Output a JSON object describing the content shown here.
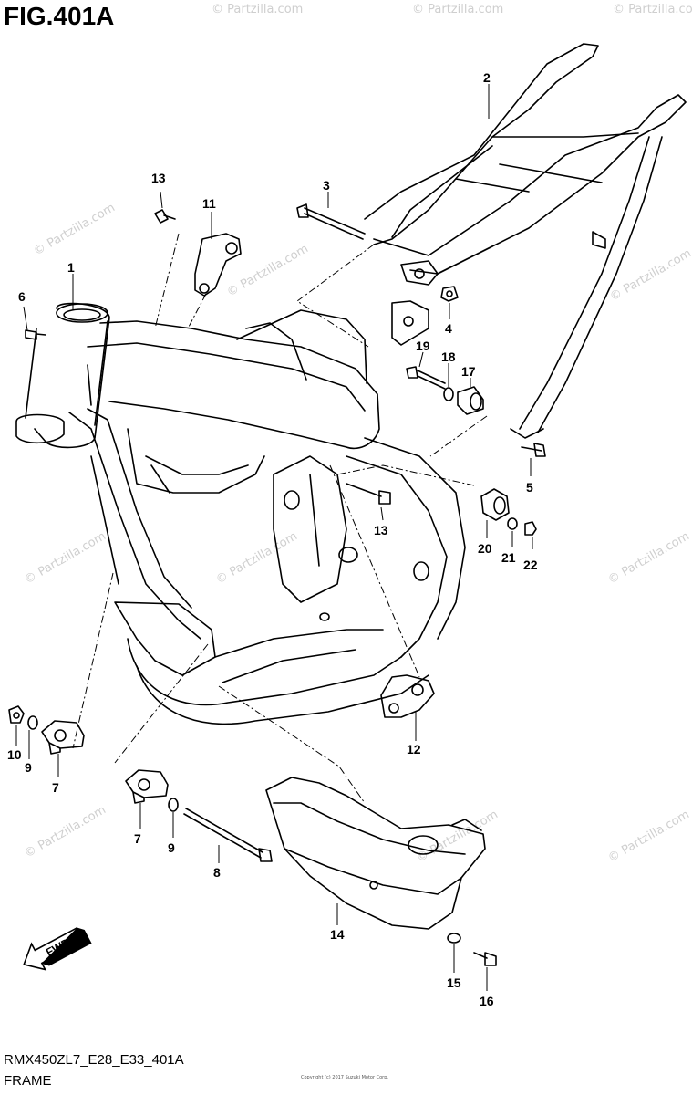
{
  "figure_title": "FIG.401A",
  "model_code": "RMX450ZL7_E28_E33_401A",
  "section_name": "FRAME",
  "copyright_note": "Copyright (c) 2017 Suzuki Motor Corp.",
  "fwd_label": "FWD",
  "watermark": "© Partzilla.com",
  "callouts": [
    "1",
    "2",
    "3",
    "4",
    "5",
    "6",
    "7",
    "7",
    "8",
    "9",
    "9",
    "10",
    "11",
    "12",
    "13",
    "13",
    "14",
    "15",
    "16",
    "17",
    "18",
    "19",
    "20",
    "21",
    "22"
  ]
}
